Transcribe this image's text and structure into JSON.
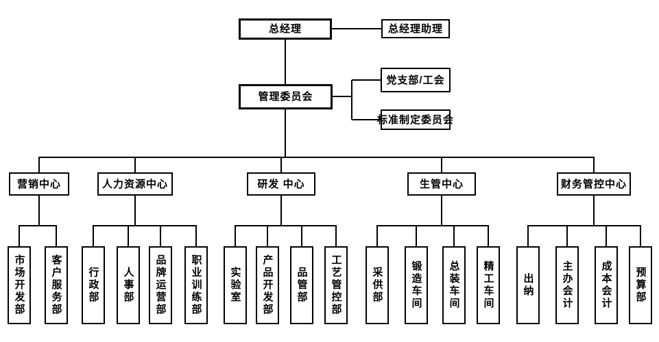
{
  "org": {
    "type": "organization-chart",
    "root": {
      "label": "总经理"
    },
    "assistant": {
      "label": "总经理助理"
    },
    "committee": {
      "label": "管理委员会"
    },
    "committee_side": [
      {
        "label": "党支部/工会"
      },
      {
        "label": "标准制定委员会"
      }
    ],
    "centers": [
      {
        "label": "营销中心",
        "children": [
          {
            "label": "市场开发部"
          },
          {
            "label": "客户服务部"
          }
        ]
      },
      {
        "label": "人力资源中心",
        "children": [
          {
            "label": "行政部"
          },
          {
            "label": "人事部"
          },
          {
            "label": "品牌运营部"
          },
          {
            "label": "职业训练部"
          }
        ]
      },
      {
        "label": "研发 中心",
        "children": [
          {
            "label": "实验室"
          },
          {
            "label": "产品开发部"
          },
          {
            "label": "品管部"
          },
          {
            "label": "工艺管控部"
          }
        ]
      },
      {
        "label": "生管中心",
        "children": [
          {
            "label": "采供部"
          },
          {
            "label": "锻造车间"
          },
          {
            "label": "总装车间"
          },
          {
            "label": "精工车间"
          }
        ]
      },
      {
        "label": "财务管控中心",
        "children": [
          {
            "label": "出纳"
          },
          {
            "label": "主办会计"
          },
          {
            "label": "成本会计"
          },
          {
            "label": "预算部"
          }
        ]
      }
    ],
    "colors": {
      "background": "#ffffff",
      "line": "#000000",
      "box_border": "#000000",
      "box_fill": "#ffffff",
      "text": "#000000"
    }
  }
}
